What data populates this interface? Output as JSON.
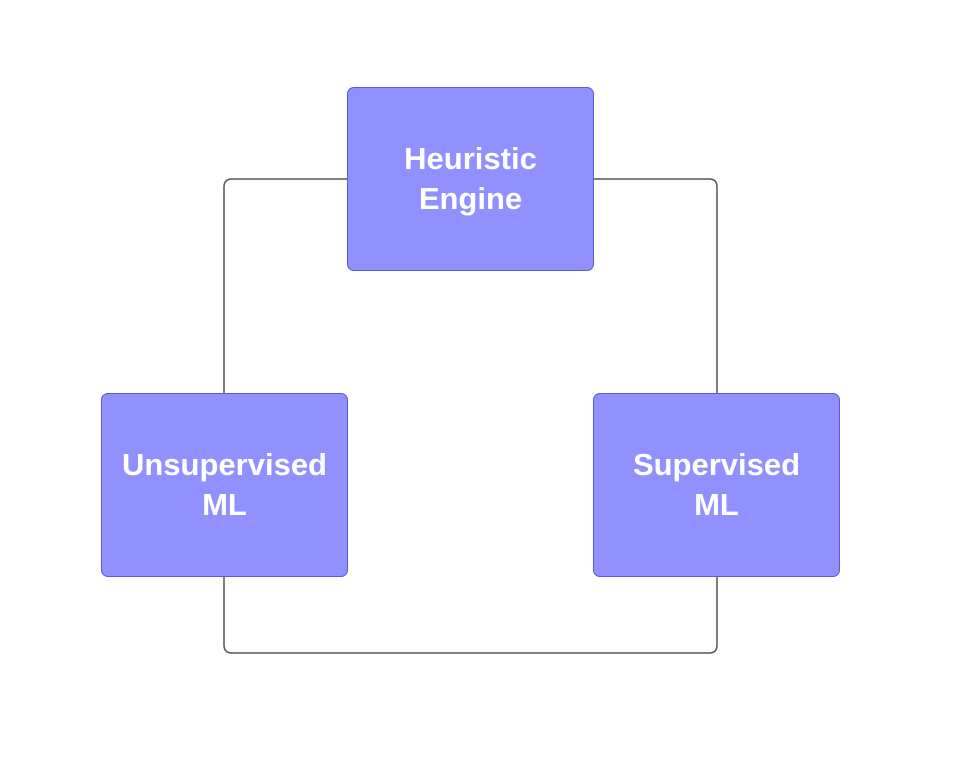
{
  "diagram": {
    "node_fill": "#9090ff",
    "node_border": "#5b5ad6",
    "connector_color": "#555555",
    "nodes": [
      {
        "id": "heuristic",
        "lines": [
          "Heuristic",
          "Engine"
        ]
      },
      {
        "id": "unsupervised",
        "lines": [
          "Unsupervised",
          "ML"
        ]
      },
      {
        "id": "supervised",
        "lines": [
          "Supervised",
          "ML"
        ]
      }
    ],
    "edges": [
      {
        "from": "heuristic",
        "to": "unsupervised"
      },
      {
        "from": "heuristic",
        "to": "supervised"
      },
      {
        "from": "unsupervised",
        "to": "supervised"
      }
    ]
  }
}
